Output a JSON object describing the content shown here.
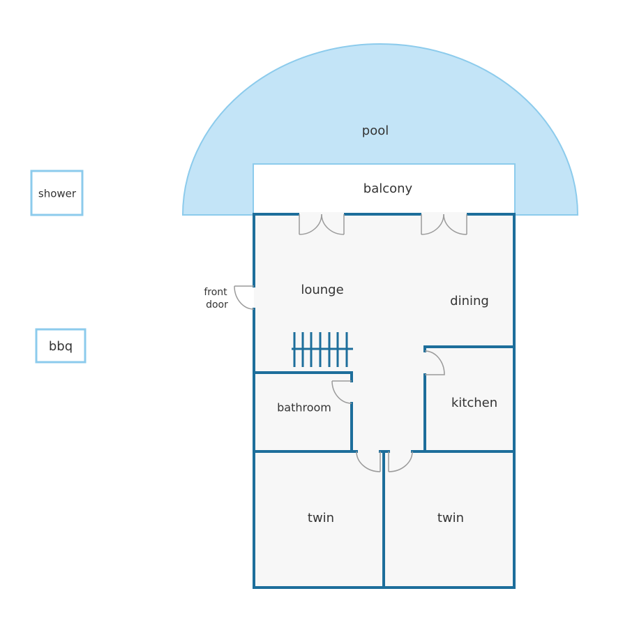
{
  "colors": {
    "wall": "#1d6e9b",
    "pool_fill": "#c3e4f7",
    "pool_stroke": "#8ccbec",
    "floor": "#f7f7f7",
    "door": "#9a9a9a",
    "outdoor_box": "#8ccbec"
  },
  "rooms": {
    "pool": "pool",
    "balcony": "balcony",
    "shower": "shower",
    "bbq": "bbq",
    "lounge": "lounge",
    "dining": "dining",
    "kitchen": "kitchen",
    "bathroom": "bathroom",
    "twin_left": "twin",
    "twin_right": "twin"
  },
  "front_door": {
    "line1": "front",
    "line2": "door"
  },
  "icons": {
    "stairs": "stairs-icon"
  }
}
